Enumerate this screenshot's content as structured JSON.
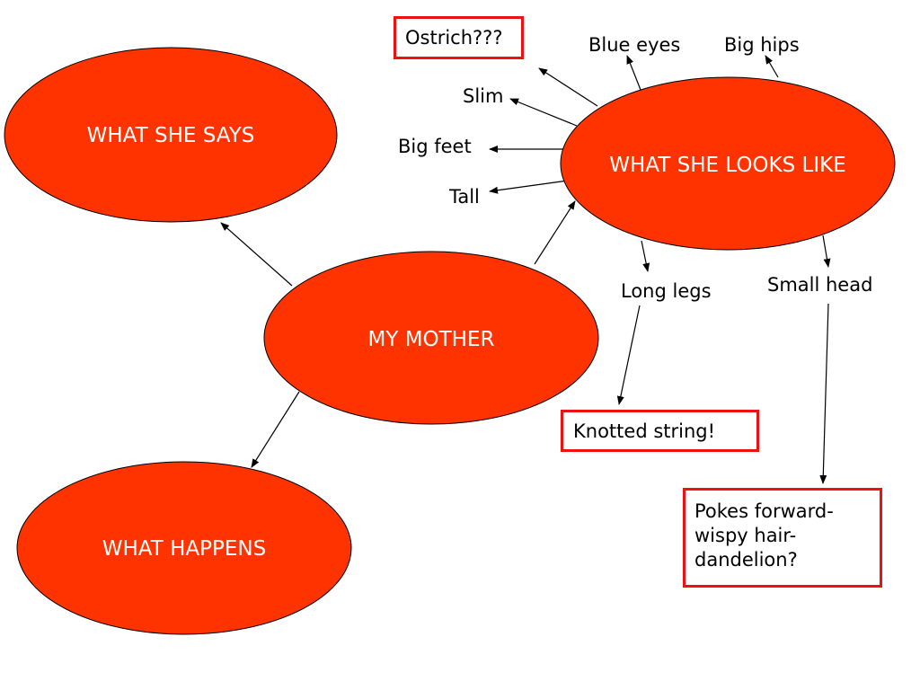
{
  "nodes": {
    "what_she_says": "WHAT SHE SAYS",
    "what_she_looks_like": "WHAT SHE LOOKS LIKE",
    "my_mother": "MY MOTHER",
    "what_happens": "WHAT HAPPENS"
  },
  "words": {
    "blue_eyes": "Blue eyes",
    "big_hips": "Big hips",
    "slim": "Slim",
    "big_feet": "Big feet",
    "tall": "Tall",
    "long_legs": "Long legs",
    "small_head": "Small head"
  },
  "callouts": {
    "ostrich": "Ostrich???",
    "knotted_string": "Knotted string!",
    "pokes_forward": [
      "Pokes forward-",
      "wispy hair-",
      "dandelion?"
    ]
  },
  "colors": {
    "node_fill": "#ff3300",
    "callout_border": "#ee1111"
  }
}
